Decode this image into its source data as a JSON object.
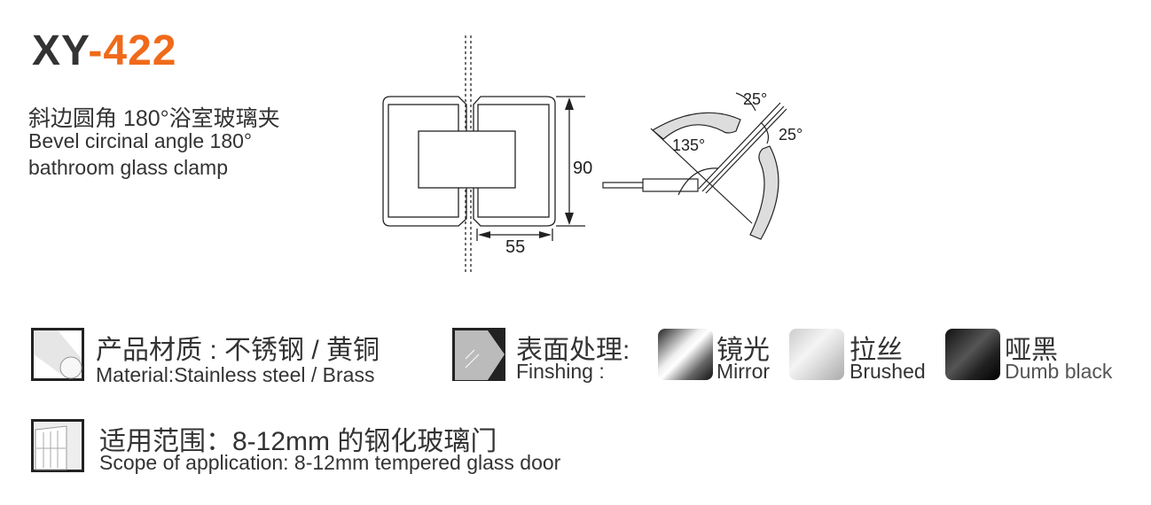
{
  "header": {
    "model_prefix": "XY",
    "model_number": "-422"
  },
  "description": {
    "cn": "斜边圆角 180°浴室玻璃夹",
    "en_line1": "Bevel circinal angle 180°",
    "en_line2": "bathroom glass clamp"
  },
  "drawing": {
    "dim_height": "90",
    "dim_width": "55",
    "angle_open": "135°",
    "angle_adjust_1": "25°",
    "angle_adjust_2": "25°"
  },
  "material": {
    "cn": "产品材质 : 不锈钢 / 黄铜",
    "en": "Material:Stainless steel / Brass"
  },
  "finishing": {
    "cn": "表面处理:",
    "en": "Finshing :",
    "options": [
      {
        "cn": "镜光",
        "en": "Mirror"
      },
      {
        "cn": "拉丝",
        "en": "Brushed"
      },
      {
        "cn": "哑黑",
        "en": "Dumb black"
      }
    ]
  },
  "scope": {
    "cn": "适用范围：8-12mm 的钢化玻璃门",
    "en": "Scope of application: 8-12mm tempered glass door"
  },
  "colors": {
    "accent": "#f06a1a",
    "text": "#333333"
  }
}
